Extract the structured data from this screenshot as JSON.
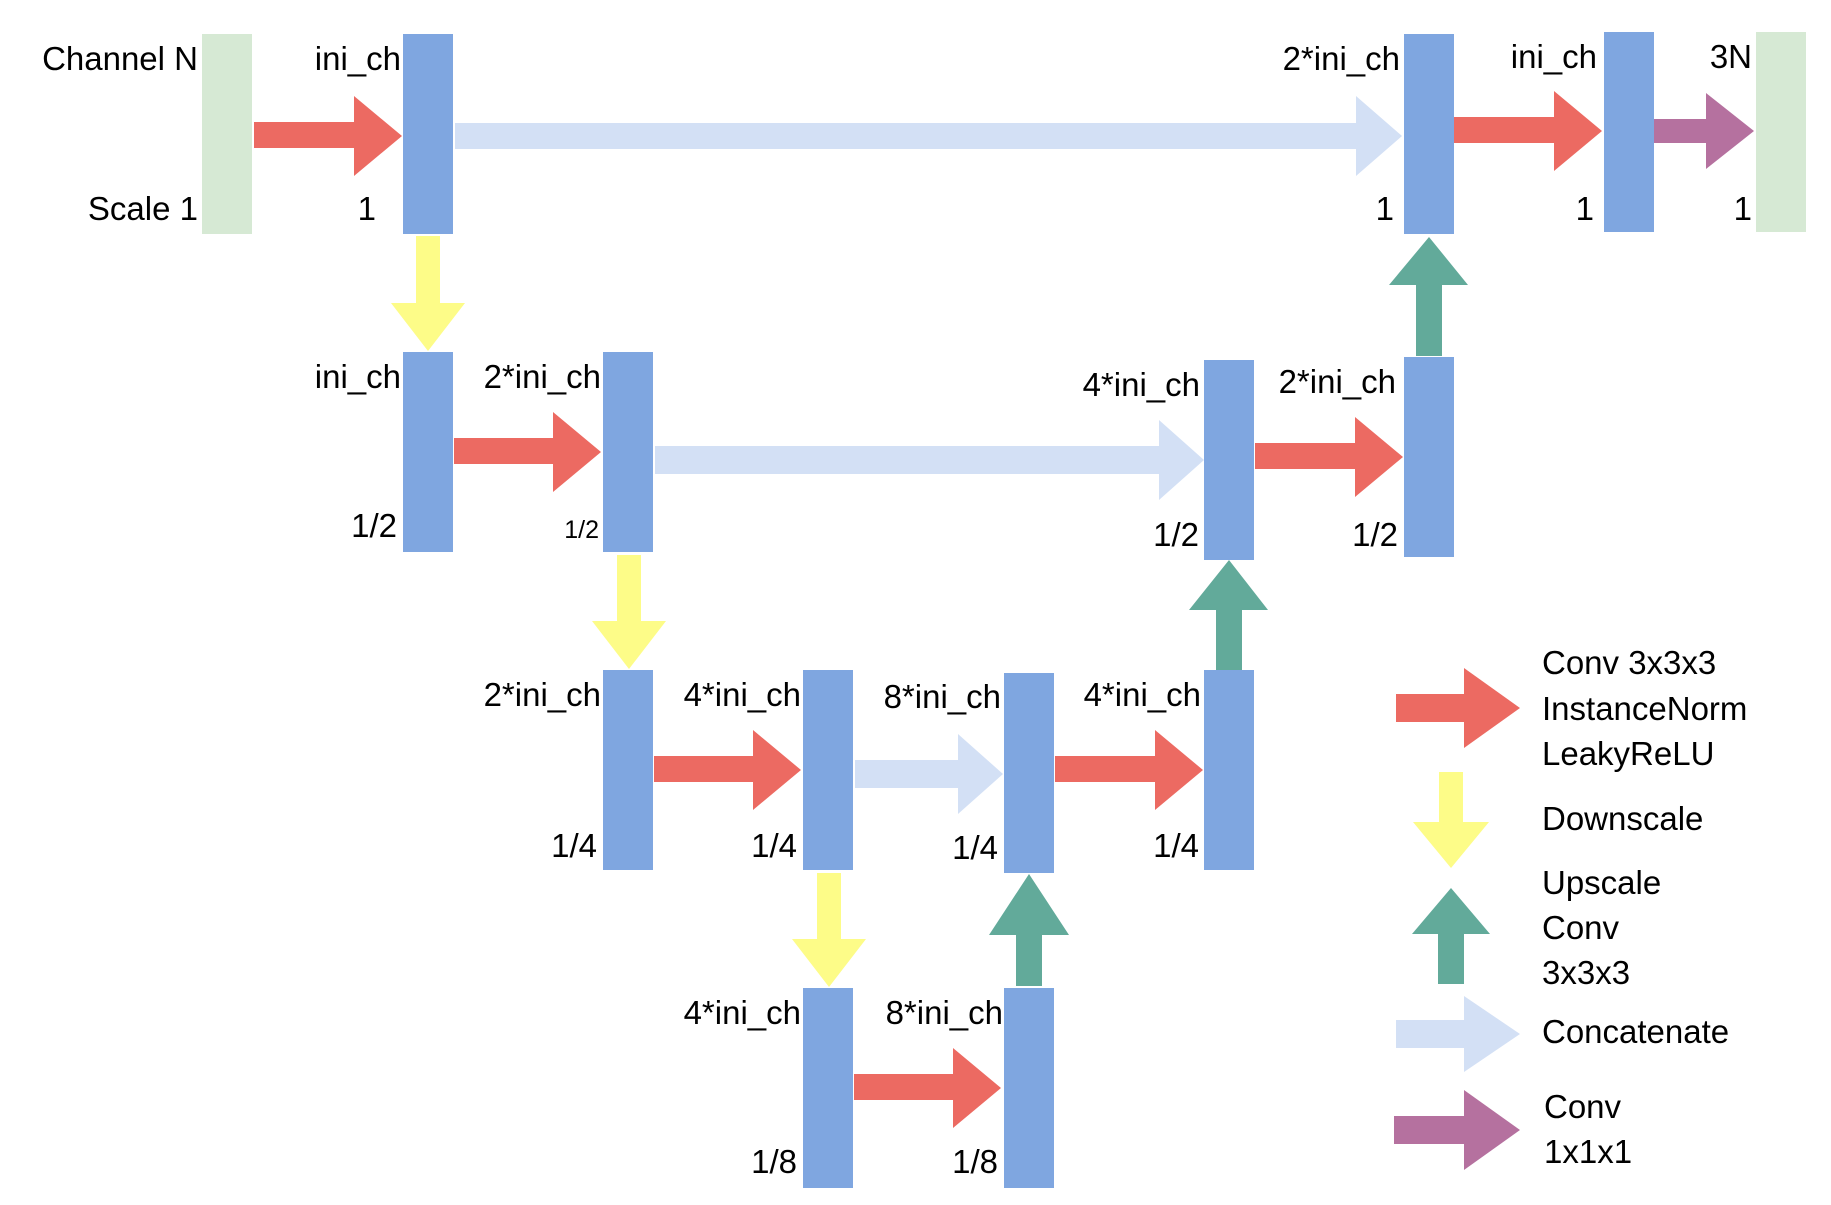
{
  "colors": {
    "block": "#7fa6e0",
    "io": "#d6e9d4",
    "conv": "#ec6a62",
    "down": "#fdfc88",
    "up": "#62aa9a",
    "concat": "#d3e0f5",
    "conv1": "#b5719f"
  },
  "input_labels": {
    "channel": "Channel N",
    "scale": "Scale 1"
  },
  "output_labels": {
    "channel": "3N",
    "scale": "1"
  },
  "blocks": {
    "e1a": {
      "ch": "ini_ch",
      "scale": "1"
    },
    "e2a": {
      "ch": "ini_ch",
      "scale": "1/2"
    },
    "e2b": {
      "ch": "2*ini_ch",
      "scale": "1/2"
    },
    "e3a": {
      "ch": "2*ini_ch",
      "scale": "1/4"
    },
    "e3b": {
      "ch": "4*ini_ch",
      "scale": "1/4"
    },
    "d3a": {
      "ch": "8*ini_ch",
      "scale": "1/4"
    },
    "d3b": {
      "ch": "4*ini_ch",
      "scale": "1/4"
    },
    "b4a": {
      "ch": "4*ini_ch",
      "scale": "1/8"
    },
    "b4b": {
      "ch": "8*ini_ch",
      "scale": "1/8"
    },
    "d2a": {
      "ch": "4*ini_ch",
      "scale": "1/2"
    },
    "d2b": {
      "ch": "2*ini_ch",
      "scale": "1/2"
    },
    "d1a": {
      "ch": "2*ini_ch",
      "scale": "1"
    },
    "d1b": {
      "ch": "ini_ch",
      "scale": "1"
    }
  },
  "legend": {
    "conv": [
      "Conv 3x3x3",
      "InstanceNorm",
      "LeakyReLU"
    ],
    "down": [
      "Downscale"
    ],
    "up": [
      "Upscale",
      "Conv",
      "3x3x3"
    ],
    "concat": [
      "Concatenate"
    ],
    "conv1": [
      "Conv",
      "1x1x1"
    ]
  }
}
